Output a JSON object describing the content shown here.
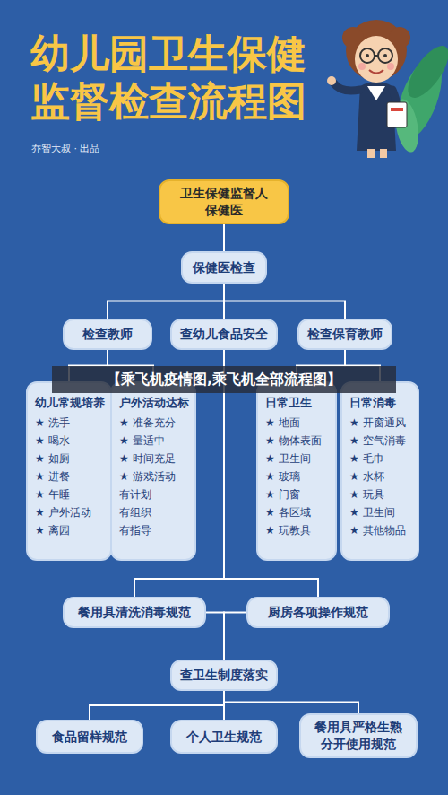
{
  "diagram": {
    "title": "幼儿园卫生保健监督检查流程图",
    "nodes": [
      {
        "text": [
          "卫生保健监督人 保健医"
        ]
      },
      {
        "text": [
          "保健医检查"
        ]
      },
      {
        "text": [
          "检查教师"
        ]
      },
      {
        "text": [
          "查幼儿食品安全"
        ]
      },
      {
        "text": [
          "检查保育教师"
        ]
      },
      {
        "text": [
          "幼儿常规培养",
          "★ 洗手",
          "★ 喝水",
          "★ 如厕",
          "★ 进餐",
          "★ 午睡",
          "★ 户外活动",
          "★ 离园"
        ]
      },
      {
        "text": [
          "户外活动达标",
          "★ 准备充分",
          "★ 量适中",
          "★ 时间充足",
          "★ 游戏活动",
          "有计划",
          "有组织",
          "有指导"
        ]
      },
      {
        "text": [
          "日常卫生",
          "★ 地面",
          "★ 物体表面",
          "★ 卫生间",
          "★ 玻璃",
          "★ 门窗",
          "★ 各区域",
          "★ 玩教具"
        ]
      },
      {
        "text": [
          "日常消毒",
          "★ 开窗通风",
          "★ 空气消毒",
          "★ 毛巾",
          "★ 水杯",
          "★ 玩具",
          "★ 卫生间",
          "★ 其他物品"
        ]
      },
      {
        "text": [
          "餐用具清洗消毒规范"
        ]
      },
      {
        "text": [
          "厨房各项操作规范"
        ]
      },
      {
        "text": [
          "查卫生制度落实"
        ]
      },
      {
        "text": [
          "食品留样规范"
        ]
      },
      {
        "text": [
          "个人卫生规范"
        ]
      },
      {
        "text": [
          "餐用具严格生熟分开使用规范"
        ]
      }
    ],
    "edges": [
      {
        "from": 0,
        "to": 1,
        "arrow": "none"
      },
      {
        "from": 1,
        "to": 2,
        "arrow": "none"
      },
      {
        "from": 1,
        "to": 3,
        "arrow": "none"
      },
      {
        "from": 1,
        "to": 4,
        "arrow": "none"
      },
      {
        "from": 2,
        "to": 5,
        "arrow": "none"
      },
      {
        "from": 2,
        "to": 6,
        "arrow": "none"
      },
      {
        "from": 4,
        "to": 7,
        "arrow": "none"
      },
      {
        "from": 4,
        "to": 8,
        "arrow": "none"
      },
      {
        "from": 3,
        "to": 9,
        "arrow": "none"
      },
      {
        "from": 3,
        "to": 10,
        "arrow": "none"
      },
      {
        "from": 9,
        "to": 11,
        "arrow": "none"
      },
      {
        "from": 10,
        "to": 11,
        "arrow": "none"
      },
      {
        "from": 11,
        "to": 12,
        "arrow": "none"
      },
      {
        "from": 11,
        "to": 13,
        "arrow": "none"
      },
      {
        "from": 11,
        "to": 14,
        "arrow": "none"
      }
    ],
    "labels": [
      "乔智大叔 · 出品",
      "【乘飞机疫情图,乘飞机全部流程图】"
    ]
  }
}
